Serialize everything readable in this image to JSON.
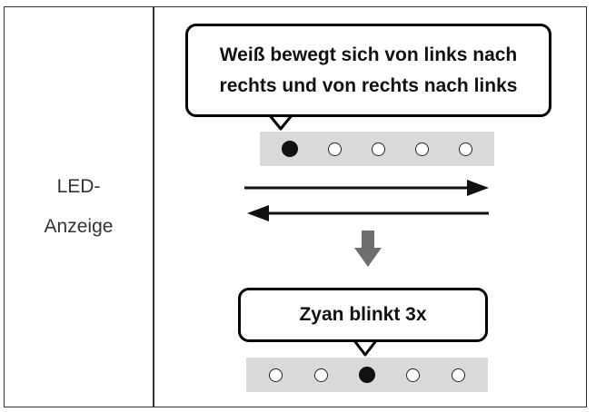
{
  "row_label_lines": [
    "LED-",
    "Anzeige"
  ],
  "step1": {
    "callout_lines": [
      "Weiß bewegt sich von links nach",
      "rechts und von rechts nach links"
    ],
    "leds": [
      "on",
      "off",
      "off",
      "off",
      "off"
    ]
  },
  "step2": {
    "callout_text": "Zyan blinkt 3x",
    "leds": [
      "off",
      "off",
      "on",
      "off",
      "off"
    ]
  },
  "colors": {
    "border": "#333333",
    "strip": "#d9d9d9",
    "arrow_down": "#6f6f6f",
    "led_on": "#111111"
  }
}
